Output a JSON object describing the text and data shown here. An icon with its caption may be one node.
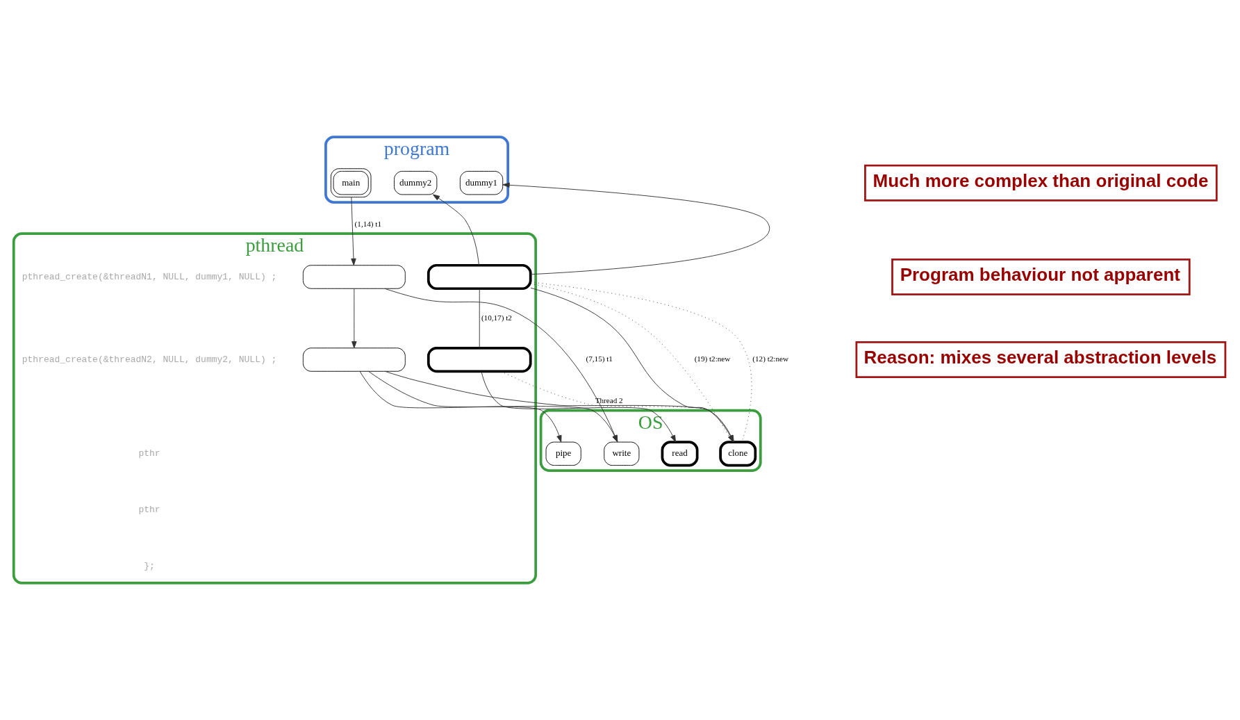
{
  "diagram": {
    "nodes": [
      {
        "text": [
          "program"
        ]
      },
      {
        "text": [
          "main"
        ],
        "in": 0
      },
      {
        "text": [
          "dummy2"
        ],
        "in": 0
      },
      {
        "text": [
          "dummy1"
        ],
        "in": 0
      },
      {
        "text": [
          "pthread"
        ]
      },
      {
        "text": [],
        "shape": "box",
        "in": 4
      },
      {
        "text": [],
        "shape": "box",
        "in": 4
      },
      {
        "text": [],
        "shape": "box",
        "in": 4
      },
      {
        "text": [],
        "shape": "box",
        "in": 4
      },
      {
        "text": [
          "OS"
        ]
      },
      {
        "text": [
          "pipe"
        ],
        "in": 9
      },
      {
        "text": [
          "write"
        ],
        "in": 9
      },
      {
        "text": [
          "read"
        ],
        "in": 9
      },
      {
        "text": [
          "clone"
        ],
        "in": 9
      }
    ],
    "edges": [
      {
        "from": 1,
        "to": 5,
        "arrow": "to",
        "label": "(1,14) t1"
      },
      {
        "from": 6,
        "to": 2,
        "arrow": "to"
      },
      {
        "from": 6,
        "to": 3,
        "arrow": "to"
      },
      {
        "from": 5,
        "to": 7,
        "arrow": "to"
      },
      {
        "from": 5,
        "to": 11,
        "arrow": "to",
        "label": "(7,15) t1"
      },
      {
        "from": 6,
        "to": 8,
        "arrow": "none",
        "label": "(10,17) t2"
      },
      {
        "from": 6,
        "to": 13,
        "arrow": "to"
      },
      {
        "from": 6,
        "to": 13,
        "arrow": "none",
        "style": "dashed",
        "label": "(19) t2:new"
      },
      {
        "from": 6,
        "to": 13,
        "arrow": "none",
        "style": "dashed",
        "label": "(12) t2:new"
      },
      {
        "from": 8,
        "to": 13,
        "arrow": "none",
        "style": "dashed",
        "label": "Thread 2"
      },
      {
        "from": 7,
        "to": 10,
        "arrow": "to"
      },
      {
        "from": 7,
        "to": 11,
        "arrow": "to"
      },
      {
        "from": 8,
        "to": 12,
        "arrow": "to"
      },
      {
        "from": 7,
        "to": 13,
        "arrow": "to"
      }
    ],
    "labels": [
      "Much more complex than original code",
      "pthread_create(&threadN1, NULL, dummy1, NULL) ;",
      "pthread_create(&threadN2, NULL, dummy2, NULL) ;",
      "pthr",
      "pthr",
      "Program behaviour not apparent",
      "};",
      "Reason: mixes several abstraction levels"
    ]
  }
}
